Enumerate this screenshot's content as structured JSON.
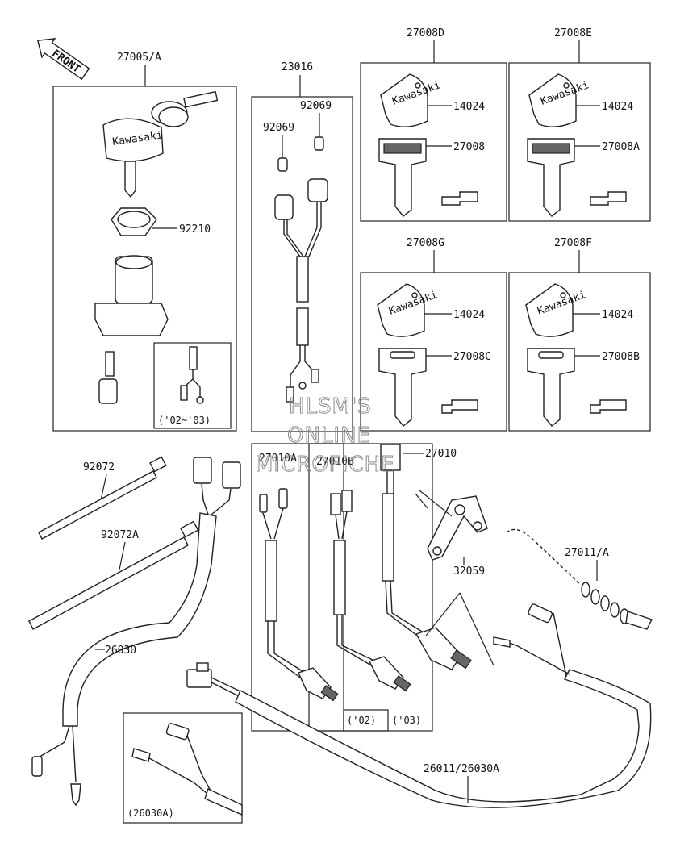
{
  "direction_label": "FRONT",
  "brand_text": "Kawasaki",
  "parts": {
    "ignition_switch": "27005/A",
    "nut": "92210",
    "harness_sub": "23016",
    "fuse_a": "92069",
    "fuse_b": "92069",
    "key_set_d": "27008D",
    "key_set_e": "27008E",
    "key_set_g": "27008G",
    "key_set_f": "27008F",
    "knob_d": "14024",
    "knob_e": "14024",
    "knob_g": "14024",
    "knob_f": "14024",
    "key_d": "27008",
    "key_e": "27008A",
    "key_g": "27008C",
    "key_f": "27008B",
    "band_1": "92072",
    "band_2": "92072A",
    "lead_1": "26030",
    "switch_a": "27010A",
    "switch_b": "27010B",
    "switch_c": "27010",
    "bracket": "32059",
    "cable": "27011/A",
    "lead_2": "26011/26030A"
  },
  "notes": {
    "years_02_03": "('02~'03)",
    "year_02": "('02)",
    "year_03": "('03)",
    "variant_26030a": "(26030A)"
  },
  "watermark": [
    "HLSM'S",
    "ONLINE",
    "MICROFICHE"
  ]
}
